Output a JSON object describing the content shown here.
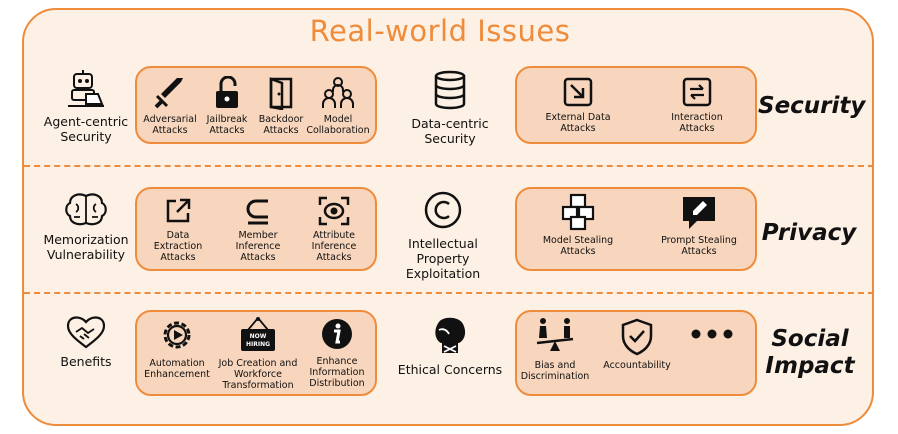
{
  "title": "Real-world Issues",
  "rows": {
    "security": {
      "label": "Security",
      "left": "Agent-centric Security",
      "box1": [
        "Adversarial Attacks",
        "Jailbreak Attacks",
        "Backdoor Attacks",
        "Model Collaboration"
      ],
      "middle": "Data-centric Security",
      "box2": [
        "External Data Attacks",
        "Interaction Attacks"
      ]
    },
    "privacy": {
      "label": "Privacy",
      "left": "Memorization Vulnerability",
      "box1": [
        "Data Extraction Attacks",
        "Member Inference Attacks",
        "Attribute Inference Attacks"
      ],
      "middle": "Intellectual Property Exploitation",
      "box2": [
        "Model Stealing Attacks",
        "Prompt Stealing Attacks"
      ]
    },
    "social": {
      "label": "Social Impact",
      "left": "Benefits",
      "box1": [
        "Automation Enhancement",
        "Job Creation and Workforce Transformation",
        "Enhance Information Distribution"
      ],
      "middle": "Ethical Concerns",
      "box2": [
        "Bias and Discrimination",
        "Accountability"
      ],
      "sign_text": [
        "NOW",
        "HIRING"
      ]
    }
  },
  "icons": [
    "robot-laptop-icon",
    "sword-icon",
    "unlock-icon",
    "door-icon",
    "team-icon",
    "database-icon",
    "import-icon",
    "swap-icon",
    "brain-icon",
    "external-link-icon",
    "subset-icon",
    "face-scan-icon",
    "copyright-icon",
    "cubes-icon",
    "chat-edit-icon",
    "handshake-icon",
    "gear-play-icon",
    "now-hiring-sign-icon",
    "info-icon",
    "boxing-glove-icon",
    "seesaw-icon",
    "shield-check-icon",
    "ellipsis-icon"
  ],
  "colors": {
    "accent": "#ee8c3c",
    "panel": "#fdf0e4",
    "box": "#f8d6bd"
  }
}
